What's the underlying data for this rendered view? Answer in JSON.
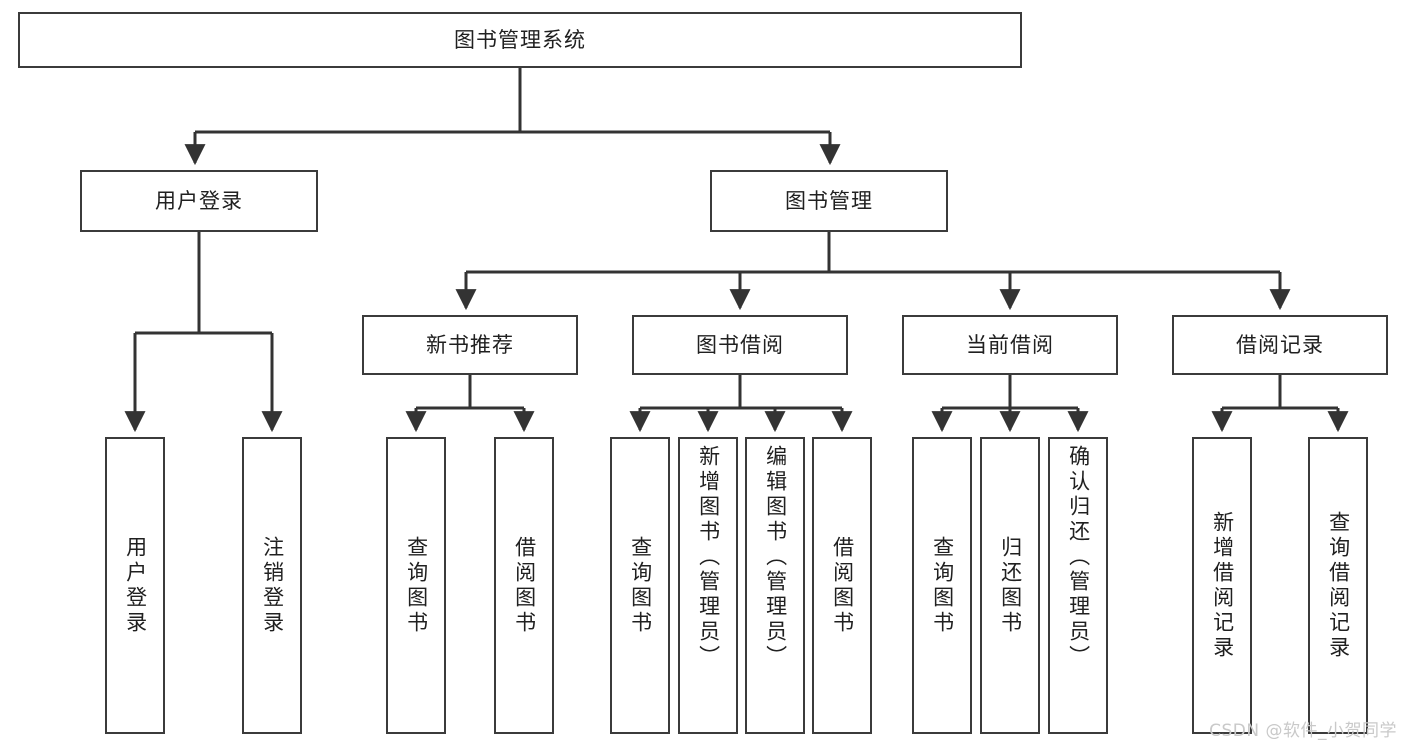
{
  "diagram": {
    "type": "tree",
    "title": "图书管理系统",
    "theme": {
      "background": "#ffffff",
      "box_border": "#3b3b3b",
      "box_fill": "#ffffff",
      "connector": "#333333",
      "text": "#202020",
      "watermark": "#c9c9c9"
    },
    "root": {
      "label": "图书管理系统"
    },
    "level2": [
      {
        "label": "用户登录"
      },
      {
        "label": "图书管理"
      }
    ],
    "level3": [
      {
        "label": "新书推荐"
      },
      {
        "label": "图书借阅"
      },
      {
        "label": "当前借阅"
      },
      {
        "label": "借阅记录"
      }
    ],
    "leaves": {
      "user_login": [
        {
          "label": "用户登录"
        },
        {
          "label": "注销登录"
        }
      ],
      "new_book_recommend": [
        {
          "label": "查询图书"
        },
        {
          "label": "借阅图书"
        }
      ],
      "book_borrow": [
        {
          "label": "查询图书"
        },
        {
          "label": "新增图书（管理员）"
        },
        {
          "label": "编辑图书（管理员）"
        },
        {
          "label": "借阅图书"
        }
      ],
      "current_borrow": [
        {
          "label": "查询图书"
        },
        {
          "label": "归还图书"
        },
        {
          "label": "确认归还（管理员）"
        }
      ],
      "borrow_record": [
        {
          "label": "新增借阅记录"
        },
        {
          "label": "查询借阅记录"
        }
      ]
    }
  },
  "watermark": {
    "text": "CSDN @软件_小贺同学"
  }
}
